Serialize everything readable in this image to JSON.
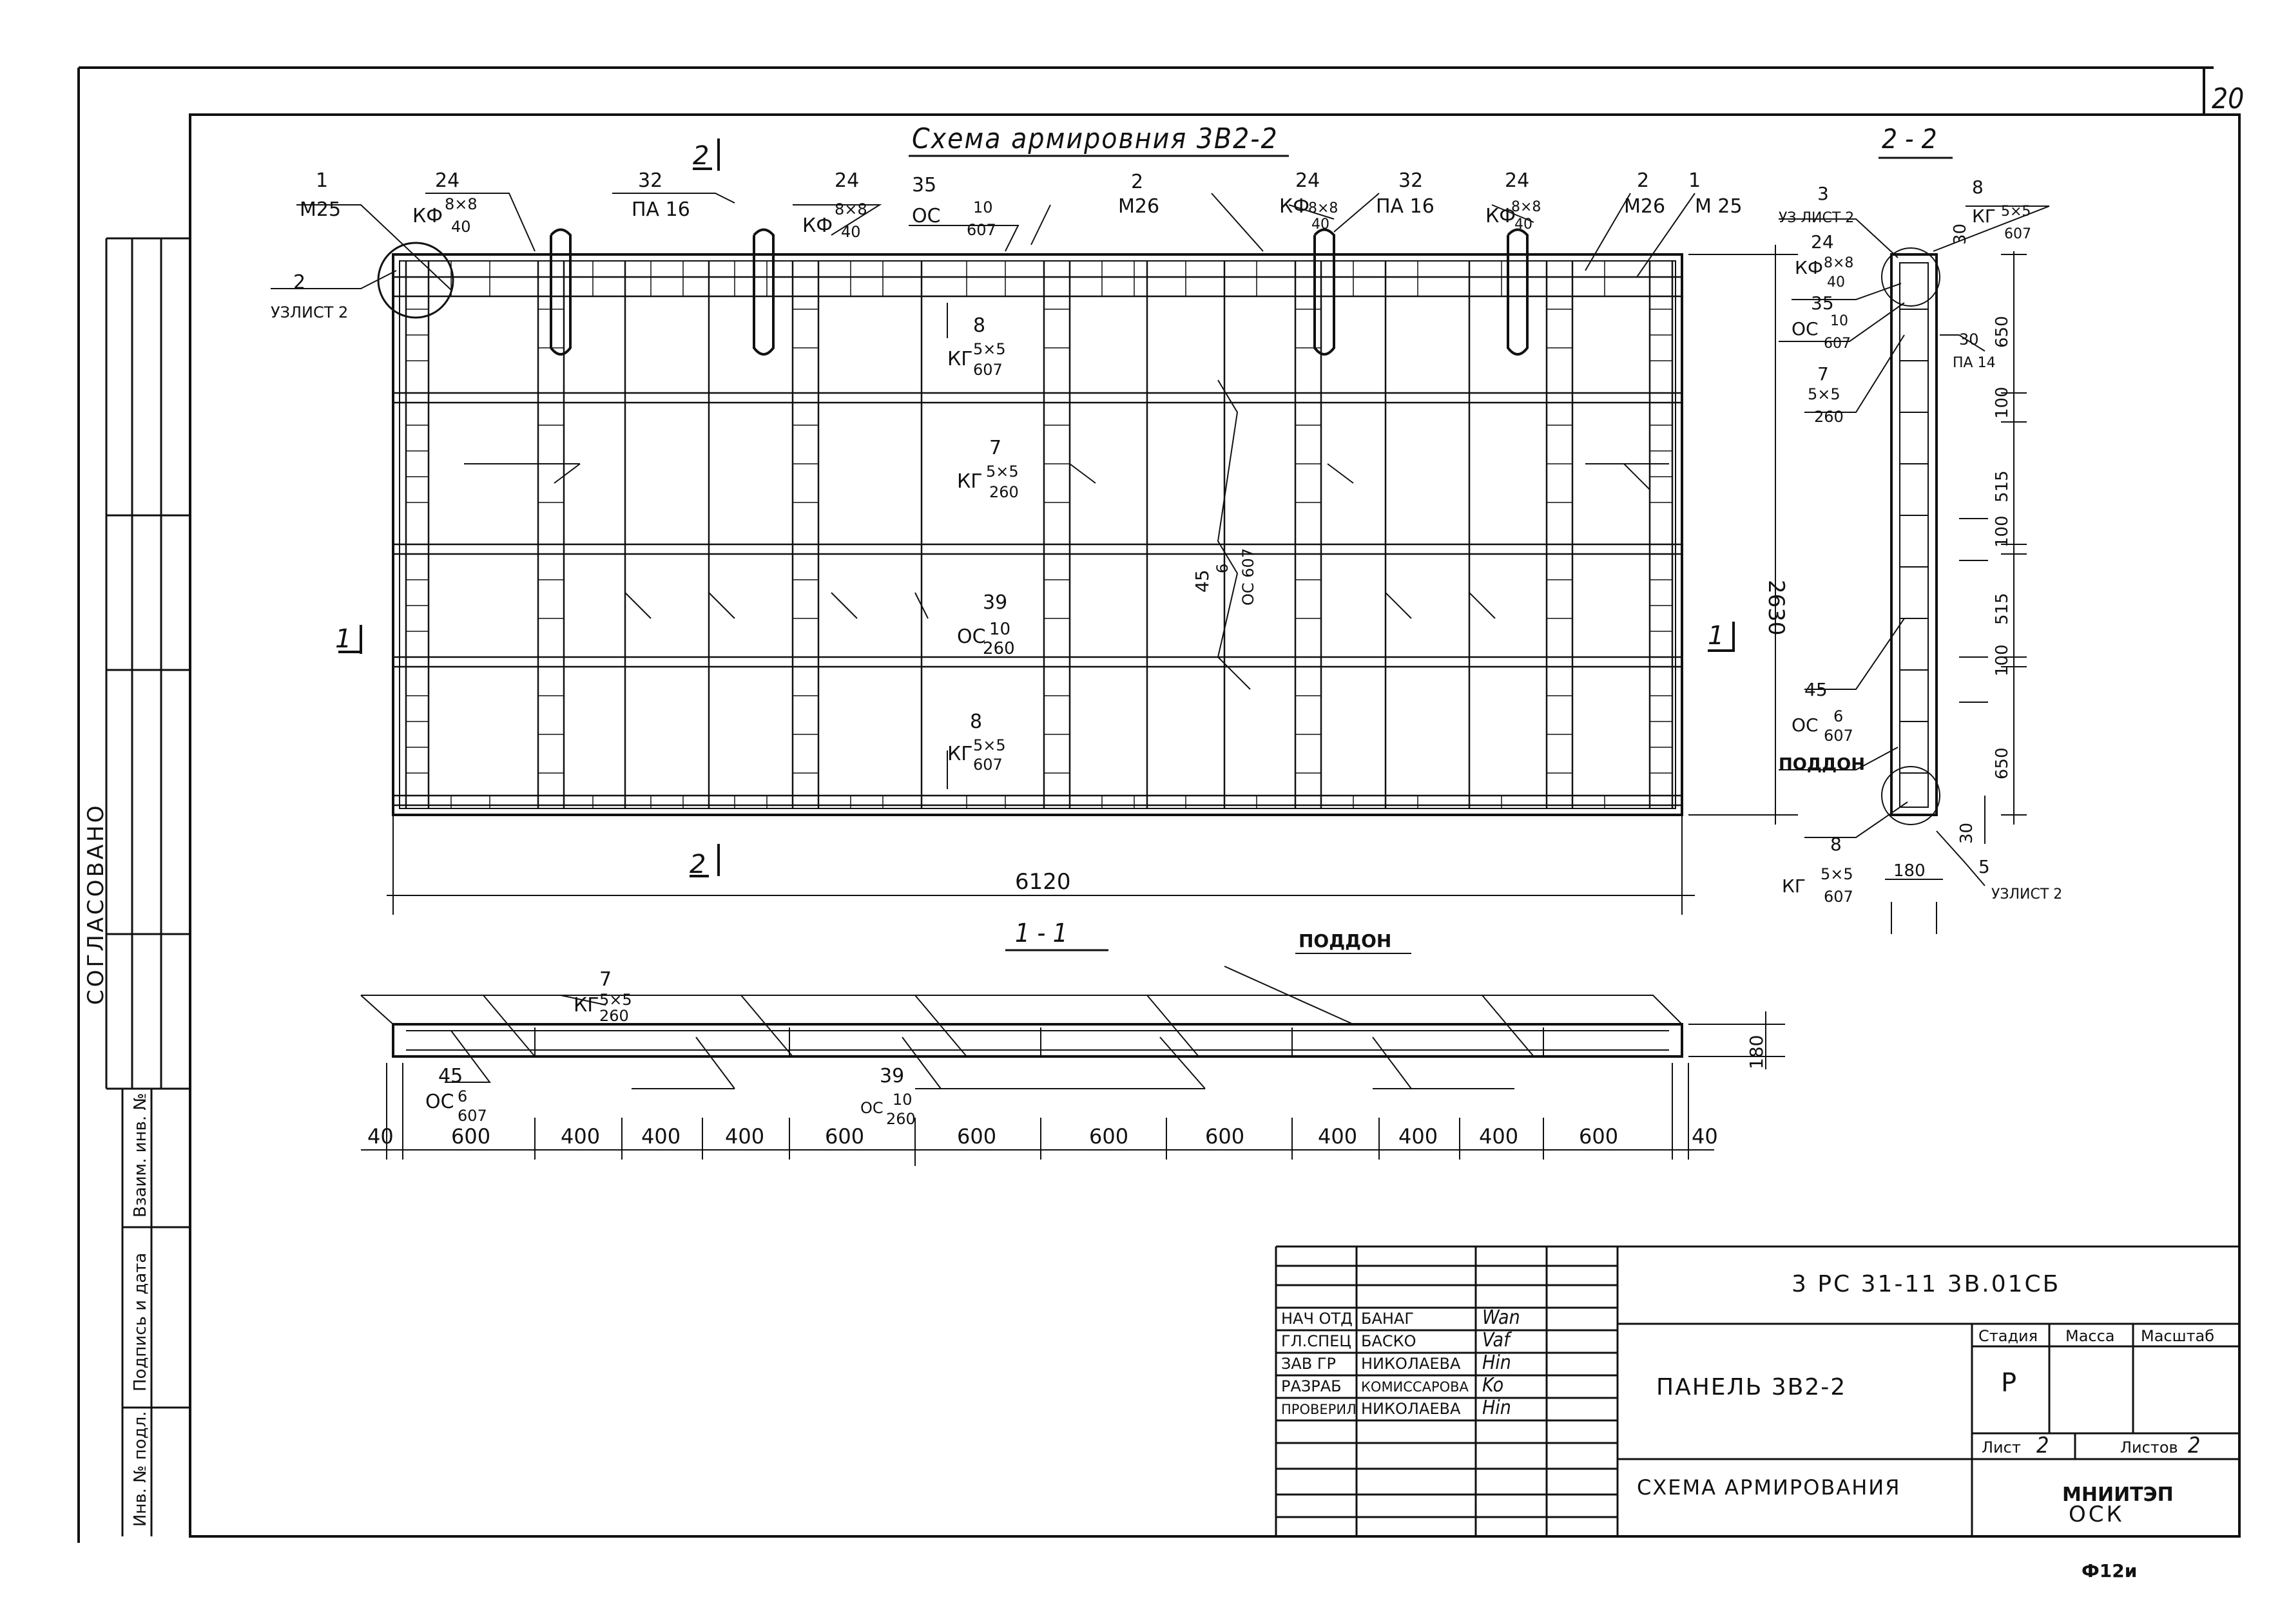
{
  "title": "Схема армировния 3В2-2",
  "sheet_number": "20",
  "form_code": "Ф12и",
  "plan": {
    "width_dim": "6120",
    "height_dim": "2630",
    "section_marks": [
      "1",
      "1",
      "2",
      "2"
    ],
    "callouts": [
      {
        "num": "1",
        "text": "М25"
      },
      {
        "num": "2",
        "text": "УЗЛИСТ 2"
      },
      {
        "num": "24",
        "text": "КФ",
        "frac": [
          "8×8",
          "40"
        ]
      },
      {
        "num": "32",
        "text": "ПА 16"
      },
      {
        "num": "24",
        "text": "КФ",
        "frac": [
          "8×8",
          "40"
        ]
      },
      {
        "num": "35",
        "text": "ОС",
        "frac": [
          "10",
          "607"
        ]
      },
      {
        "num": "2",
        "text": "М26"
      },
      {
        "num": "24",
        "text": "КФ",
        "frac": [
          "8×8",
          "40"
        ]
      },
      {
        "num": "32",
        "text": "ПА 16"
      },
      {
        "num": "24",
        "text": "КФ",
        "frac": [
          "8×8",
          "40"
        ]
      },
      {
        "num": "2",
        "text": "М26"
      },
      {
        "num": "1",
        "text": "М 25"
      },
      {
        "num": "8",
        "text": "КГ",
        "frac": [
          "5×5",
          "607"
        ]
      },
      {
        "num": "7",
        "text": "КГ",
        "frac": [
          "5×5",
          "260"
        ]
      },
      {
        "num": "39",
        "text": "ОС",
        "frac": [
          "10",
          "260"
        ]
      },
      {
        "num": "8",
        "text": "КГ",
        "frac": [
          "5×5",
          "607"
        ]
      },
      {
        "num": "45",
        "text": "",
        "frac": [
          "6",
          "ОС 607"
        ]
      }
    ]
  },
  "section22": {
    "label": "2 - 2",
    "callouts": [
      {
        "num": "3",
        "text": "УЗ ЛИСТ 2"
      },
      {
        "num": "24",
        "text": "КФ",
        "frac": [
          "8×8",
          "40"
        ]
      },
      {
        "num": "35",
        "text": "ОС",
        "frac": [
          "10",
          "607"
        ]
      },
      {
        "num": "7",
        "text": "",
        "frac": [
          "5×5",
          "260"
        ]
      },
      {
        "num": "45",
        "text": "ОС",
        "frac": [
          "6",
          "607"
        ]
      },
      {
        "num": "",
        "text": "ПОДДОН"
      },
      {
        "num": "8",
        "text": "КГ",
        "frac": [
          "5×5",
          "607"
        ]
      },
      {
        "num": "8",
        "text": "КГ",
        "frac": [
          "5×5",
          "607"
        ]
      },
      {
        "num": "30",
        "text": "ПА 14"
      },
      {
        "num": "5",
        "text": "УЗЛИСТ 2"
      }
    ],
    "dims": [
      "30",
      "650",
      "100",
      "515",
      "100",
      "515",
      "100",
      "650",
      "30",
      "180"
    ]
  },
  "section11": {
    "label": "1 - 1",
    "poddon": "ПОДДОН",
    "callouts": [
      {
        "num": "7",
        "text": "КГ",
        "frac": [
          "5×5",
          "260"
        ]
      },
      {
        "num": "45",
        "text": "ОС",
        "frac": [
          "6",
          "607"
        ]
      },
      {
        "num": "39",
        "text": "ОС",
        "frac": [
          "10",
          "260"
        ]
      }
    ],
    "height_dim": "180",
    "bottom_dims": [
      "40",
      "600",
      "400",
      "400",
      "400",
      "600",
      "600",
      "600",
      "600",
      "400",
      "400",
      "400",
      "600",
      "40"
    ]
  },
  "stamp": {
    "doc_code": "3 РС 31-11 3В.01СБ",
    "rows": [
      {
        "role": "НАЧ ОТД",
        "name": "БАНАГ",
        "sign": "Wan"
      },
      {
        "role": "ГЛ.СПЕЦ",
        "name": "БАСКО",
        "sign": "Vaf"
      },
      {
        "role": "ЗАВ ГР",
        "name": "НИКОЛАЕВА",
        "sign": "Hin"
      },
      {
        "role": "РАЗРАБ",
        "name": "КОМИССАРОВА",
        "sign": "Ko"
      },
      {
        "role": "ПРОВЕРИЛ",
        "name": "НИКОЛАЕВА",
        "sign": "Hin"
      }
    ],
    "product": "ПАНЕЛЬ 3В2-2",
    "drawing_title": "СХЕМА АРМИРОВАНИЯ",
    "headers": {
      "stage": "Стадия",
      "mass": "Масса",
      "scale": "Масштаб"
    },
    "stage_value": "Р",
    "sheet_label": "Лист",
    "sheet_value": "2",
    "sheets_label": "Листов",
    "sheets_value": "2",
    "org": [
      "МНИИТЭП",
      "ОСК"
    ]
  },
  "left_strip": {
    "agreed": "СОГЛАСОВАНО",
    "inv_orig": "Инв. № подл.",
    "sign_date": "Подпись и дата",
    "inv_repl": "Взаим. инв. №"
  }
}
